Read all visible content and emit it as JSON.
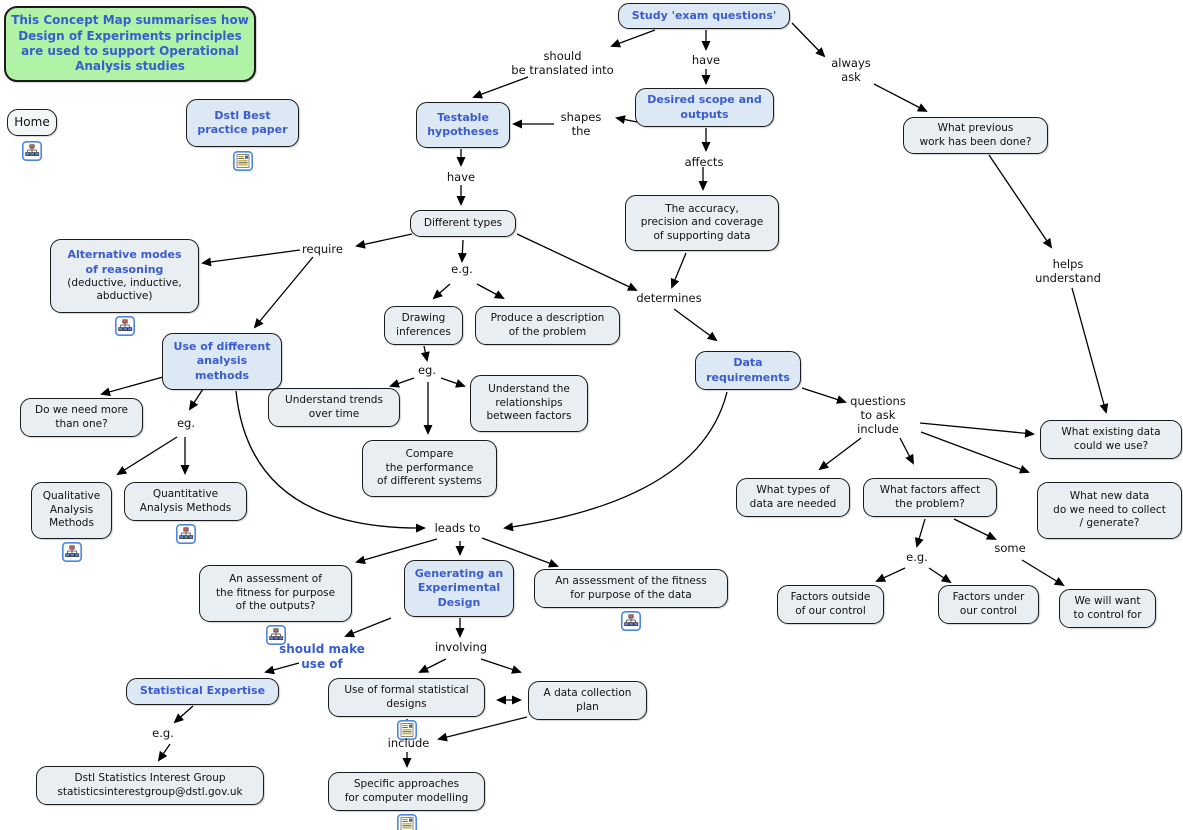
{
  "title": "Design of Experiments concept map",
  "colors": {
    "concept_text": "#3a5cce",
    "concept_bg": "#dce8f4",
    "node_bg": "#e8eef1",
    "legend_bg": "#b0f2a6",
    "arrow": "#000000"
  },
  "nodes": {
    "legend": {
      "label": "This Concept Map summarises how\nDesign of Experiments principles\nare used to support Operational\nAnalysis studies"
    },
    "home": {
      "label": "Home",
      "icon": "concept-map"
    },
    "dstl_paper": {
      "label": "Dstl Best\npractice paper",
      "icon": "document"
    },
    "study": {
      "label": "Study 'exam questions'"
    },
    "testable": {
      "label": "Testable\nhypotheses"
    },
    "desired": {
      "label": "Desired scope and\noutputs"
    },
    "prev_work": {
      "label": "What previous\nwork has been done?"
    },
    "diff_types": {
      "label": "Different types"
    },
    "accuracy": {
      "label": "The accuracy,\nprecision and coverage\nof supporting data"
    },
    "alt_modes": {
      "label": "Alternative modes\nof reasoning",
      "sub": "(deductive, inductive,\nabductive)",
      "icon": "concept-map"
    },
    "drawing": {
      "label": "Drawing\ninferences"
    },
    "produce": {
      "label": "Produce a description\nof the problem"
    },
    "use_diff": {
      "label": "Use of different\nanalysis\nmethods"
    },
    "data_req": {
      "label": "Data\nrequirements"
    },
    "need_more": {
      "label": "Do we need more\nthan one?"
    },
    "trends": {
      "label": "Understand trends\nover time"
    },
    "relationships": {
      "label": "Understand the\nrelationships\nbetween factors"
    },
    "existing_data": {
      "label": "What existing data\ncould we  use?"
    },
    "compare": {
      "label": "Compare\nthe performance\nof different systems"
    },
    "qualitative": {
      "label": "Qualitative\nAnalysis\nMethods",
      "icon": "concept-map"
    },
    "quantitative": {
      "label": "Quantitative\nAnalysis Methods",
      "icon": "concept-map"
    },
    "types_needed": {
      "label": "What types of\ndata are needed"
    },
    "factors_affect": {
      "label": "What factors affect\nthe problem?"
    },
    "new_data": {
      "label": "What new data\ndo we need to collect\n/ generate?"
    },
    "assess_outputs": {
      "label": "An assessment of\nthe fitness for purpose\nof the outputs?",
      "icon": "concept-map"
    },
    "generating": {
      "label": "Generating an\nExperimental\nDesign"
    },
    "assess_data": {
      "label": "An  assessment of the fitness\nfor purpose of the data",
      "icon": "concept-map"
    },
    "factors_outside": {
      "label": "Factors outside\nof our control"
    },
    "factors_under": {
      "label": "Factors under\nour control"
    },
    "will_control": {
      "label": "We will want\nto control for"
    },
    "stat_expertise": {
      "label": "Statistical Expertise"
    },
    "formal_designs": {
      "label": "Use of formal statistical\ndesigns",
      "icon": "document"
    },
    "data_collection": {
      "label": "A data collection\nplan"
    },
    "dstl_sig": {
      "label": "Dstl Statistics Interest Group\nstatisticsinterestgroup@dstl.gov.uk"
    },
    "specific": {
      "label": "Specific approaches\nfor computer modelling",
      "icon": "document"
    }
  },
  "links": {
    "should_translate": "should\nbe translated into",
    "have_scope": "have",
    "always_ask": "always\nask",
    "shapes_the": "shapes\nthe",
    "affects": "affects",
    "have_types": "have",
    "require": "require",
    "eg_types": "e.g.",
    "helps_understand": "helps\nunderstand",
    "determines": "determines",
    "eg_inferences": "eg.",
    "eg_methods": "eg.",
    "questions": "questions\nto ask\ninclude",
    "leads_to": "leads to",
    "eg_factors": "e.g.",
    "some": "some",
    "should_make": "should make\nuse of",
    "involving": "involving",
    "eg_expertise": "e.g.",
    "include": "include"
  }
}
